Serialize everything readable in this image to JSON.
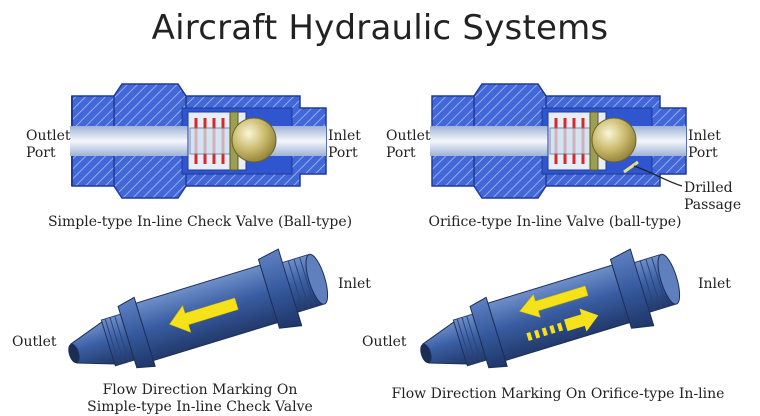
{
  "title": "Aircraft Hydraulic Systems",
  "panels": {
    "simple_section": {
      "outlet_label": "Outlet\nPort",
      "inlet_label": "Inlet\nPort",
      "caption": "Simple-type In-line Check Valve (Ball-type)"
    },
    "orifice_section": {
      "outlet_label": "Outlet\nPort",
      "inlet_label": "Inlet\nPort",
      "passage_label": "Drilled\nPassage",
      "caption": "Orifice-type In-line Valve (ball-type)"
    },
    "simple_marking": {
      "inlet_label": "Inlet",
      "outlet_label": "Outlet",
      "caption": "Flow Direction Marking On\nSimple-type In-line Check Valve"
    },
    "orifice_marking": {
      "inlet_label": "Inlet",
      "outlet_label": "Outlet",
      "caption": "Flow Direction Marking On Orifice-type In-line"
    }
  },
  "colors": {
    "body_blue": "#3f63d6",
    "bore_light": "#dfe8f5",
    "ball_gold": "#c9b96a",
    "spring_red": "#d42a2a",
    "arrow_yellow": "#f5e21a",
    "valve_3d_blue": "#3a5ea3"
  }
}
